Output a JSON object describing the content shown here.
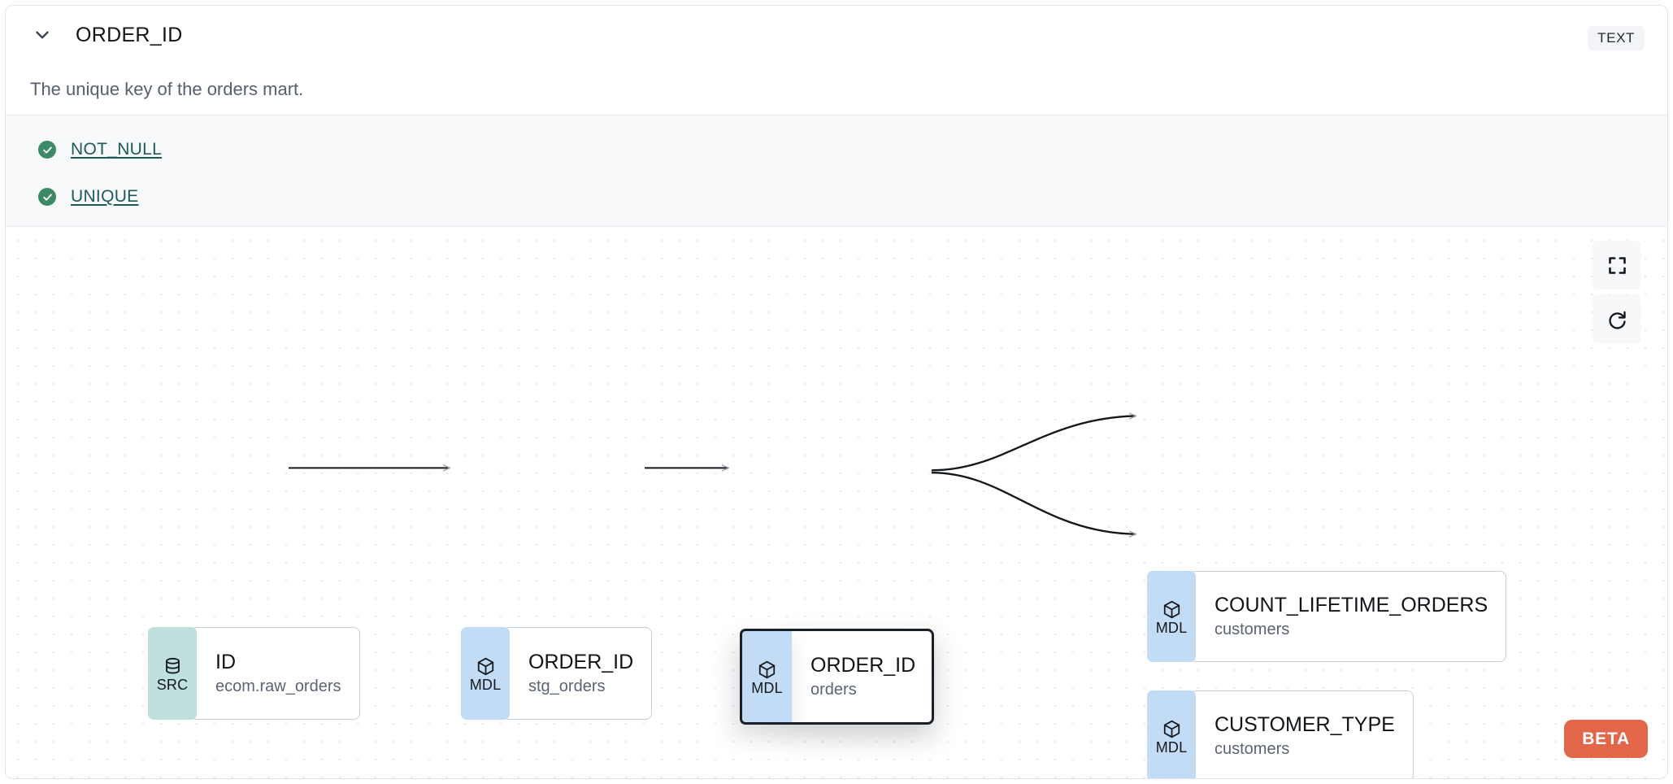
{
  "header": {
    "collapse_icon": "chevron-down-icon",
    "column_name": "ORDER_ID",
    "type_badge": "TEXT"
  },
  "description": "The unique key of the orders mart.",
  "tests": {
    "status_icon": "check-circle-icon",
    "items": [
      {
        "label": "NOT_NULL",
        "status": "passed"
      },
      {
        "label": "UNIQUE",
        "status": "passed"
      }
    ]
  },
  "lineage": {
    "nodes": [
      {
        "id": "src-id",
        "badge": "SRC",
        "badge_icon": "database-icon",
        "name": "ID",
        "subtitle": "ecom.raw_orders",
        "selected": false
      },
      {
        "id": "mdl-stg-orders",
        "badge": "MDL",
        "badge_icon": "cube-icon",
        "name": "ORDER_ID",
        "subtitle": "stg_orders",
        "selected": false
      },
      {
        "id": "mdl-orders",
        "badge": "MDL",
        "badge_icon": "cube-icon",
        "name": "ORDER_ID",
        "subtitle": "orders",
        "selected": true
      },
      {
        "id": "mdl-count-lifetime-orders",
        "badge": "MDL",
        "badge_icon": "cube-icon",
        "name": "COUNT_LIFETIME_ORDERS",
        "subtitle": "customers",
        "selected": false
      },
      {
        "id": "mdl-customer-type",
        "badge": "MDL",
        "badge_icon": "cube-icon",
        "name": "CUSTOMER_TYPE",
        "subtitle": "customers",
        "selected": false
      }
    ],
    "edges": [
      {
        "from": "src-id",
        "to": "mdl-stg-orders",
        "style": "straight"
      },
      {
        "from": "mdl-stg-orders",
        "to": "mdl-orders",
        "style": "straight"
      },
      {
        "from": "mdl-orders",
        "to": "mdl-count-lifetime-orders",
        "style": "bezier"
      },
      {
        "from": "mdl-orders",
        "to": "mdl-customer-type",
        "style": "bezier"
      }
    ],
    "controls": [
      {
        "name": "fit-view-button",
        "icon": "fullscreen-icon"
      },
      {
        "name": "reset-button",
        "icon": "refresh-icon"
      }
    ],
    "beta_badge": "BETA"
  },
  "colors": {
    "accent_beta": "#e2674a",
    "test_pass_green": "#3b8a63",
    "test_link": "#1d5b5a",
    "src_badge": "#bfe0dd",
    "mdl_badge": "#c3dcf5",
    "panel_bg": "#f7f9fb"
  }
}
